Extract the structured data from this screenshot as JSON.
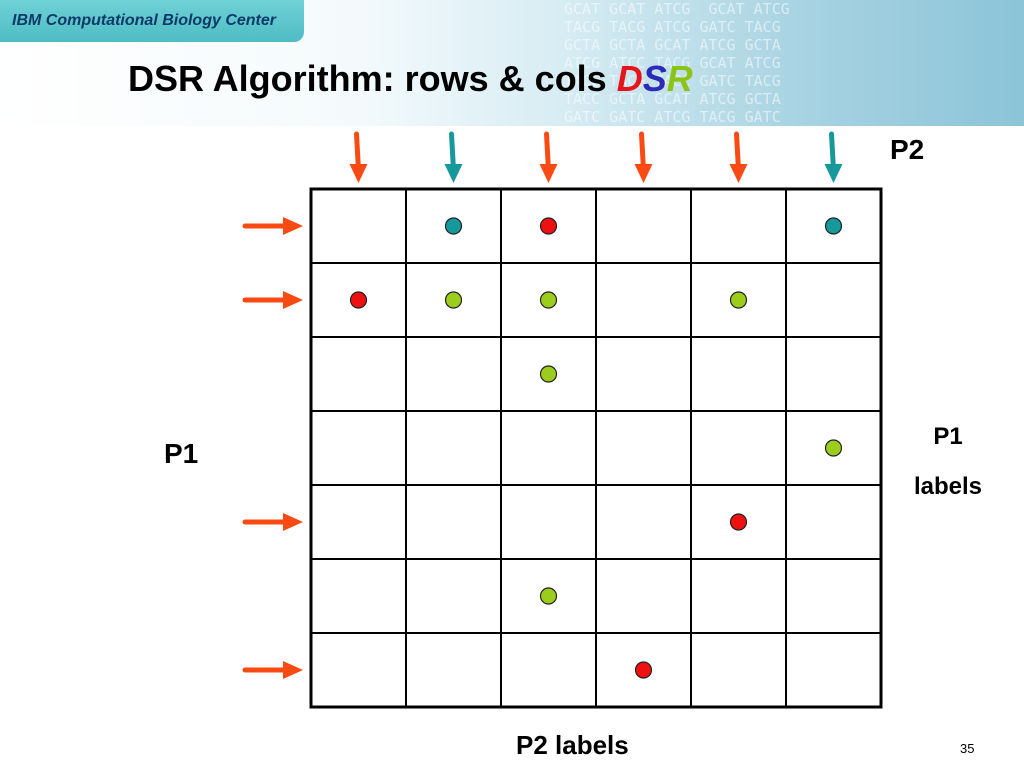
{
  "header": {
    "org": "IBM Computational Biology Center",
    "title_main": "DSR Algorithm: rows & cols ",
    "title_d": "D",
    "title_s": "S",
    "title_r": "R"
  },
  "labels": {
    "p2_top": "P2",
    "p1_left": "P1",
    "p1_labels_line1": "P1",
    "p1_labels_line2": "labels",
    "p2_labels": "P2 labels"
  },
  "page_number": "35",
  "colors": {
    "red": "#ee1111",
    "teal": "#17989b",
    "green": "#9ccc1c",
    "orange_arrow": "#fa4a14",
    "teal_arrow": "#17989b"
  },
  "grid": {
    "rows": 7,
    "cols": 6,
    "col_arrows": [
      "orange",
      "teal",
      "orange",
      "orange",
      "orange",
      "teal"
    ],
    "row_arrows": [
      0,
      1,
      4,
      6
    ],
    "dots": [
      {
        "row": 0,
        "col": 1,
        "color": "teal"
      },
      {
        "row": 0,
        "col": 2,
        "color": "red"
      },
      {
        "row": 0,
        "col": 5,
        "color": "teal"
      },
      {
        "row": 1,
        "col": 0,
        "color": "red"
      },
      {
        "row": 1,
        "col": 1,
        "color": "green"
      },
      {
        "row": 1,
        "col": 2,
        "color": "green"
      },
      {
        "row": 1,
        "col": 4,
        "color": "green"
      },
      {
        "row": 2,
        "col": 2,
        "color": "green"
      },
      {
        "row": 3,
        "col": 5,
        "color": "green"
      },
      {
        "row": 4,
        "col": 4,
        "color": "red"
      },
      {
        "row": 5,
        "col": 2,
        "color": "green"
      },
      {
        "row": 6,
        "col": 3,
        "color": "red"
      }
    ]
  }
}
